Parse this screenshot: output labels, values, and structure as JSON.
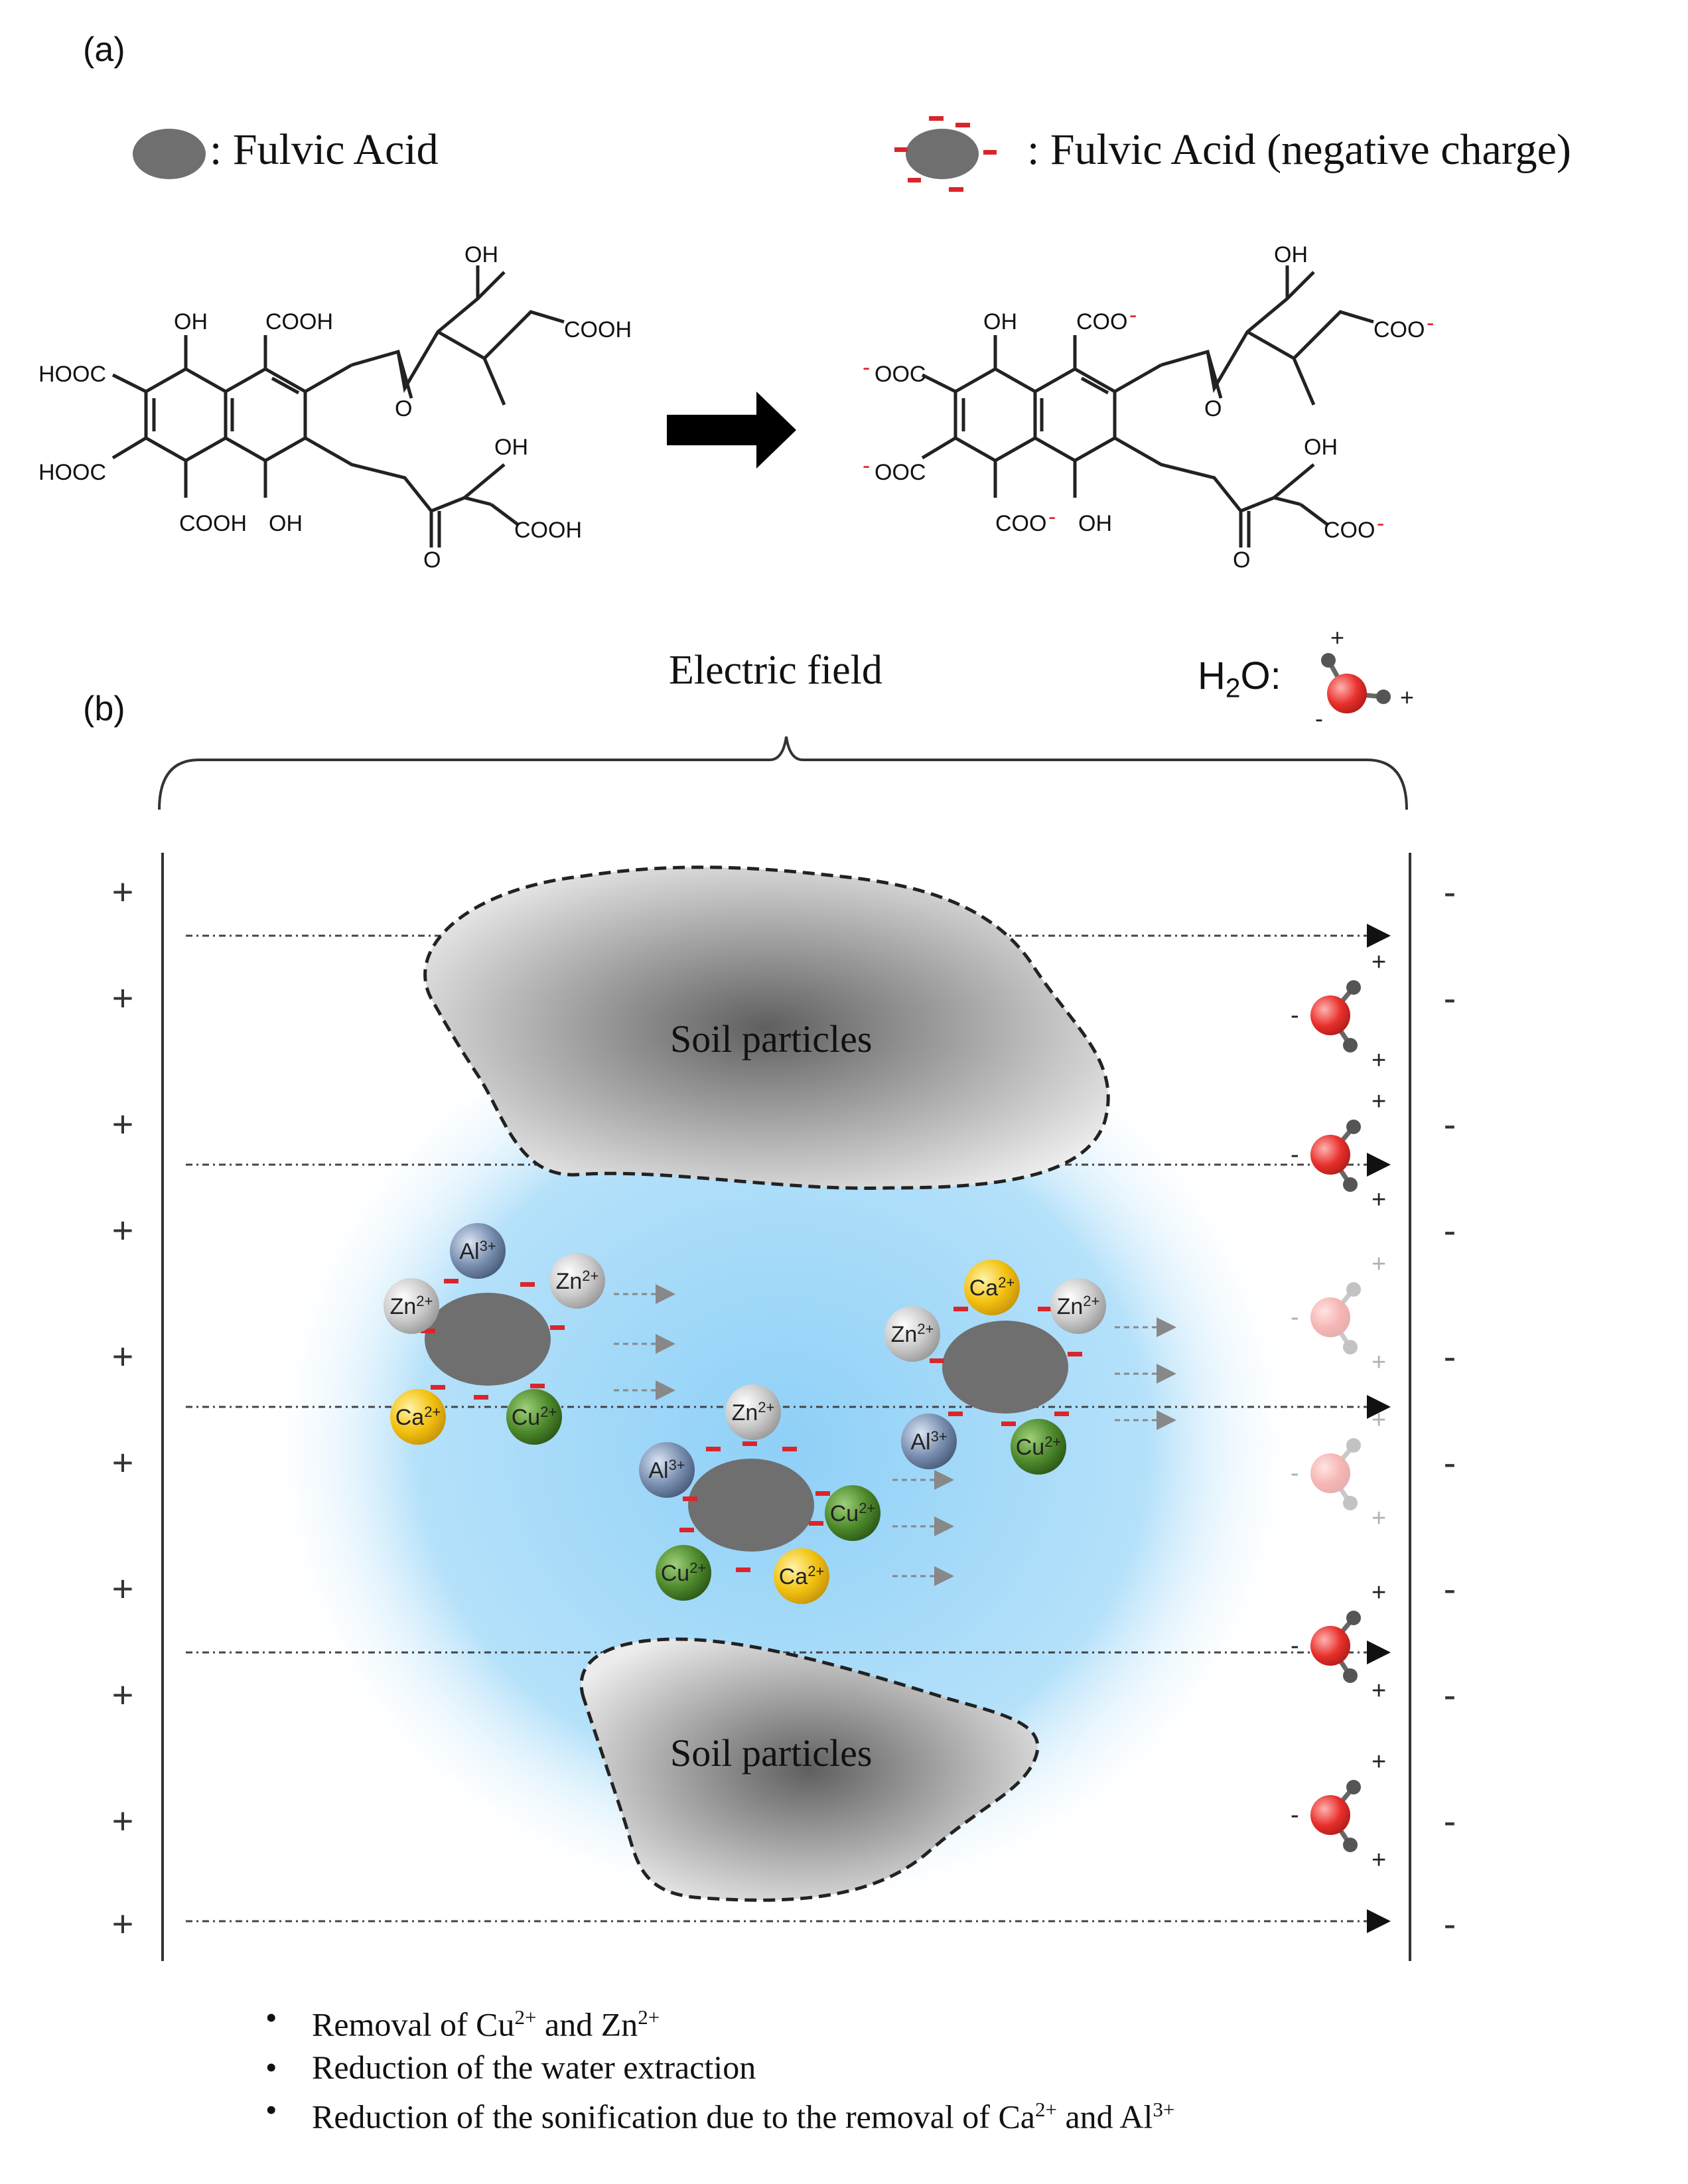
{
  "panels": {
    "a": "(a)",
    "b": "(b)"
  },
  "legend": {
    "fulvic_acid": ": Fulvic Acid",
    "fulvic_acid_negative": ": Fulvic Acid (negative charge)"
  },
  "structure_left": {
    "oh_top": "OH",
    "oh_side": "OH",
    "cooh_top": "COOH",
    "cooh_chain": "COOH",
    "hooc_upper": "HOOC",
    "hooc_lower": "HOOC",
    "cooh_bottom": "COOH",
    "oh_bottom": "OH",
    "oh_lower_chain": "OH",
    "cooh_lower_chain": "COOH",
    "o_upper": "O",
    "o_lower": "O"
  },
  "structure_right": {
    "oh_top": "OH",
    "oh_side": "OH",
    "coo_top": "COO",
    "coo_chain": "COO",
    "ooc_upper": "OOC",
    "ooc_lower": "OOC",
    "coo_bottom": "COO",
    "oh_bottom": "OH",
    "oh_lower_chain": "OH",
    "coo_lower_chain": "COO",
    "o_upper": "O",
    "o_lower": "O",
    "minus": "-"
  },
  "electric_field": {
    "title": "Electric field"
  },
  "water_legend": {
    "h": "H",
    "sub": "2",
    "o": "O:"
  },
  "soil": {
    "upper": "Soil particles",
    "lower": "Soil particles"
  },
  "electrodes": {
    "plus_sign": "+",
    "minus_sign": "-",
    "plus_rows": 10,
    "minus_rows": 10
  },
  "ions": {
    "zn": "Zn",
    "zn_charge": "2+",
    "cu": "Cu",
    "cu_charge": "2+",
    "ca": "Ca",
    "ca_charge": "2+",
    "al": "Al",
    "al_charge": "3+"
  },
  "ion_colors": {
    "zn": "#c9c9c9",
    "cu": "#4e8a2c",
    "ca": "#f2c10f",
    "al": "#7a8fb0",
    "fulvic": "#6f6f6f",
    "negative_mark": "#d9262b",
    "water_oxygen": "#e8302c",
    "water_hydrogen": "#555555",
    "halo": "#8fd0f7"
  },
  "notes": [
    {
      "text": "Removal of Cu",
      "s1": "2+",
      "mid": " and Zn",
      "s2": "2+",
      "end": ""
    },
    {
      "text": "Reduction of the water extraction",
      "s1": "",
      "mid": "",
      "s2": "",
      "end": ""
    },
    {
      "text": "Reduction of the sonification due to the removal of Ca",
      "s1": "2+",
      "mid": " and Al",
      "s2": "3+",
      "end": ""
    }
  ]
}
